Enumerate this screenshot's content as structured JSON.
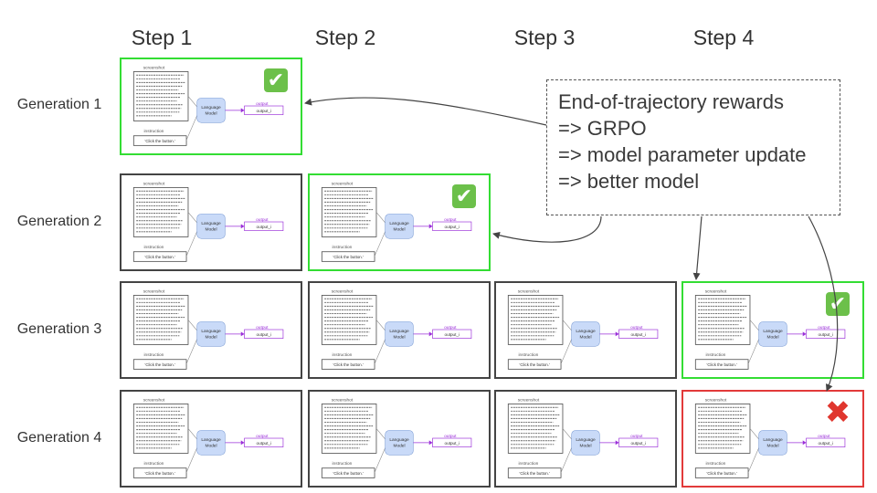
{
  "steps": [
    "Step 1",
    "Step 2",
    "Step 3",
    "Step 4"
  ],
  "generations": [
    "Generation 1",
    "Generation 2",
    "Generation 3",
    "Generation 4"
  ],
  "cell_text": {
    "screenshot": "screenshot",
    "instruction": "instruction",
    "instruction_value": "'Click the button.'",
    "model_line1": "Language",
    "model_line2": "Model",
    "output": "output",
    "output_value": "output_i"
  },
  "rows": [
    {
      "generation": "Generation 1",
      "cells": [
        {
          "step": "Step 1",
          "status": "success"
        }
      ]
    },
    {
      "generation": "Generation 2",
      "cells": [
        {
          "step": "Step 1",
          "status": "neutral"
        },
        {
          "step": "Step 2",
          "status": "success"
        }
      ]
    },
    {
      "generation": "Generation 3",
      "cells": [
        {
          "step": "Step 1",
          "status": "neutral"
        },
        {
          "step": "Step 2",
          "status": "neutral"
        },
        {
          "step": "Step 3",
          "status": "neutral"
        },
        {
          "step": "Step 4",
          "status": "success"
        }
      ]
    },
    {
      "generation": "Generation 4",
      "cells": [
        {
          "step": "Step 1",
          "status": "neutral"
        },
        {
          "step": "Step 2",
          "status": "neutral"
        },
        {
          "step": "Step 3",
          "status": "neutral"
        },
        {
          "step": "Step 4",
          "status": "failure"
        }
      ]
    }
  ],
  "reward_box": {
    "lines": [
      "End-of-trajectory rewards",
      "=> GRPO",
      "=> model parameter update",
      "=> better model"
    ]
  },
  "icons": {
    "success": "check-mark-icon",
    "failure": "cross-mark-icon"
  },
  "colors": {
    "success_border": "#33dd33",
    "failure_border": "#e23a3a",
    "neutral_border": "#444444",
    "model_fill": "#c9daf8",
    "output_color": "#9b30d9",
    "check_fill": "#6cc04a",
    "cross_color": "#e0362e"
  }
}
